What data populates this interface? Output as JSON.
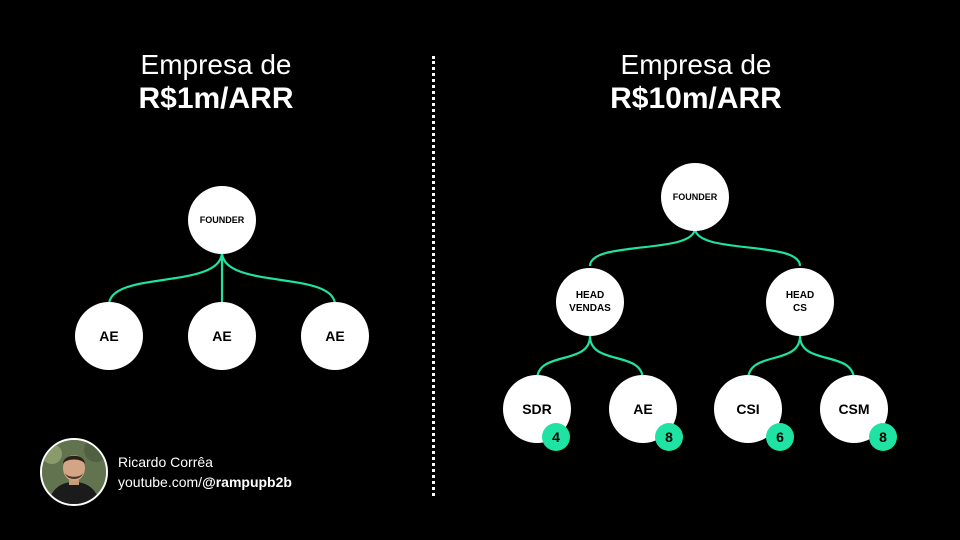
{
  "left": {
    "title_line1": "Empresa de",
    "title_line2": "R$1m/ARR",
    "founder": "FOUNDER",
    "reports": [
      "AE",
      "AE",
      "AE"
    ]
  },
  "right": {
    "title_line1": "Empresa de",
    "title_line2": "R$10m/ARR",
    "founder": "FOUNDER",
    "head_vendas": [
      "HEAD",
      "VENDAS"
    ],
    "head_cs": [
      "HEAD",
      "CS"
    ],
    "teams": [
      {
        "label": "SDR",
        "count": "4"
      },
      {
        "label": "AE",
        "count": "8"
      },
      {
        "label": "CSI",
        "count": "6"
      },
      {
        "label": "CSM",
        "count": "8"
      }
    ]
  },
  "author": {
    "name": "Ricardo Corrêa",
    "channel_prefix": "youtube.com/",
    "channel_handle": "@rampupb2b"
  },
  "colors": {
    "background": "#000000",
    "edge": "#1ee3a2",
    "badge": "#1ee3a2",
    "node": "#ffffff"
  }
}
